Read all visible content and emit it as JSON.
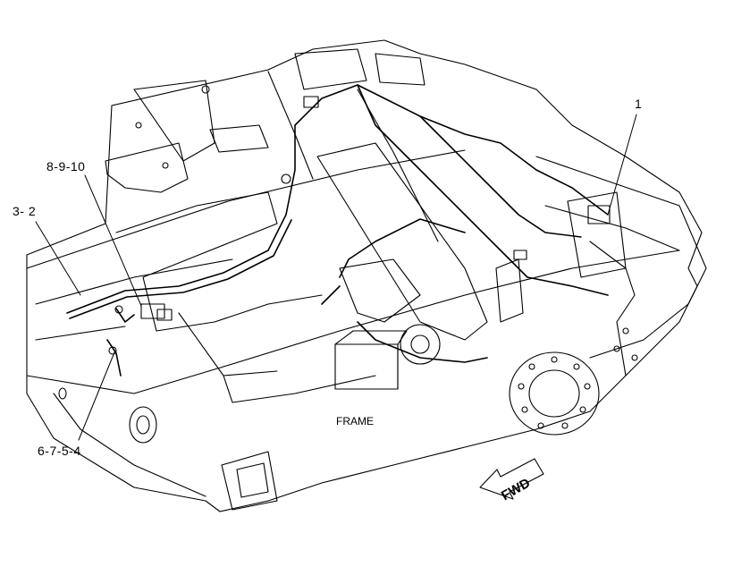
{
  "callouts": {
    "c1": "1",
    "c8910": "8-9-10",
    "c32": "3- 2",
    "c6754": "6-7-5-4"
  },
  "labels": {
    "frame": "FRAME",
    "fwd": "FWD"
  }
}
